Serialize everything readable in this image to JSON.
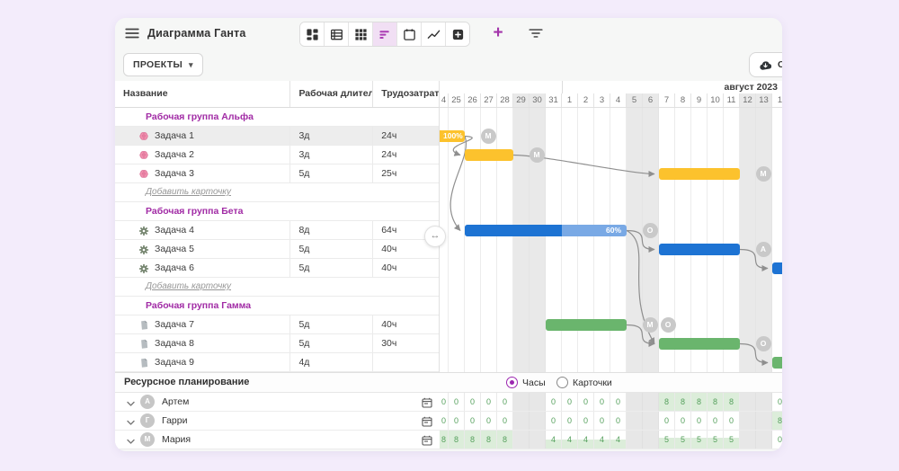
{
  "window": {
    "title": "Диаграмма Ганта"
  },
  "toolbar": {
    "views": [
      {
        "name": "kanban-view",
        "active": false
      },
      {
        "name": "list-view",
        "active": false
      },
      {
        "name": "table-view",
        "active": false
      },
      {
        "name": "gantt-view",
        "active": true
      },
      {
        "name": "calendar-view",
        "active": false
      },
      {
        "name": "trend-view",
        "active": false
      },
      {
        "name": "archive-view",
        "active": false
      }
    ],
    "add_label": "+"
  },
  "subheader": {
    "projects_label": "ПРОЕКТЫ",
    "download_label": "СК"
  },
  "table": {
    "columns": [
      "Название",
      "Рабочая длител...",
      "Трудозатраты"
    ],
    "add_card_label": "Добавить карточку",
    "rows": [
      {
        "type": "group",
        "label": "Рабочая группа Альфа"
      },
      {
        "type": "task",
        "icon": "brain",
        "label": "Задача 1",
        "duration": "3д",
        "effort": "24ч",
        "selected": true
      },
      {
        "type": "task",
        "icon": "brain",
        "label": "Задача 2",
        "duration": "3д",
        "effort": "24ч"
      },
      {
        "type": "task",
        "icon": "brain",
        "label": "Задача 3",
        "duration": "5д",
        "effort": "25ч"
      },
      {
        "type": "addcard"
      },
      {
        "type": "group",
        "label": "Рабочая группа Бета"
      },
      {
        "type": "task",
        "icon": "gear",
        "label": "Задача 4",
        "duration": "8д",
        "effort": "64ч"
      },
      {
        "type": "task",
        "icon": "gear",
        "label": "Задача 5",
        "duration": "5д",
        "effort": "40ч"
      },
      {
        "type": "task",
        "icon": "gear",
        "label": "Задача 6",
        "duration": "5д",
        "effort": "40ч"
      },
      {
        "type": "addcard"
      },
      {
        "type": "group",
        "label": "Рабочая группа Гамма"
      },
      {
        "type": "task",
        "icon": "file",
        "label": "Задача 7",
        "duration": "5д",
        "effort": "40ч"
      },
      {
        "type": "task",
        "icon": "file",
        "label": "Задача 8",
        "duration": "5д",
        "effort": "30ч"
      },
      {
        "type": "task",
        "icon": "file",
        "label": "Задача 9",
        "duration": "4д",
        "effort": ""
      }
    ]
  },
  "timeline": {
    "month_label": "август 2023",
    "month_start_index": 8,
    "days": [
      {
        "label": "4"
      },
      {
        "label": "25"
      },
      {
        "label": "26"
      },
      {
        "label": "27"
      },
      {
        "label": "28"
      },
      {
        "label": "29",
        "weekend": true
      },
      {
        "label": "30",
        "weekend": true
      },
      {
        "label": "31"
      },
      {
        "label": "1"
      },
      {
        "label": "2"
      },
      {
        "label": "3"
      },
      {
        "label": "4"
      },
      {
        "label": "5",
        "weekend": true
      },
      {
        "label": "6",
        "weekend": true
      },
      {
        "label": "7"
      },
      {
        "label": "8"
      },
      {
        "label": "9"
      },
      {
        "label": "10"
      },
      {
        "label": "11"
      },
      {
        "label": "12",
        "weekend": true
      },
      {
        "label": "13",
        "weekend": true
      },
      {
        "label": "1"
      }
    ]
  },
  "gantt": {
    "colors": {
      "yellow": "#fcc22d",
      "blue": "#1d73d3",
      "blue_light": "#79a9e5",
      "green": "#6ab56d",
      "connector": "#8f8f8f"
    },
    "bars": [
      {
        "task": "Задача 1",
        "row": 1,
        "start": 0,
        "span": 2,
        "color": "yellow",
        "label": "100%",
        "avatars": [
          "M"
        ]
      },
      {
        "task": "Задача 2",
        "row": 2,
        "start": 2,
        "span": 3,
        "color": "yellow",
        "avatars": [
          "M"
        ]
      },
      {
        "task": "Задача 3",
        "row": 3,
        "start": 14,
        "span": 5,
        "color": "yellow",
        "avatars": [
          "M"
        ]
      },
      {
        "task": "Задача 4",
        "row": 6,
        "start": 2,
        "span": 10,
        "color": "blue",
        "progress": 60,
        "progress_label": "60%",
        "avatars": [
          "O"
        ]
      },
      {
        "task": "Задача 5",
        "row": 7,
        "start": 14,
        "span": 5,
        "color": "blue",
        "avatars": [
          "A"
        ]
      },
      {
        "task": "Задача 6",
        "row": 8,
        "start": 21,
        "span": 2,
        "color": "blue",
        "avatars": []
      },
      {
        "task": "Задача 7",
        "row": 11,
        "start": 7,
        "span": 5,
        "color": "green",
        "avatars": [
          "M",
          "O"
        ]
      },
      {
        "task": "Задача 8",
        "row": 12,
        "start": 14,
        "span": 5,
        "color": "green",
        "avatars": [
          "O"
        ]
      },
      {
        "task": "Задача 9",
        "row": 13,
        "start": 21,
        "span": 2,
        "color": "green",
        "avatars": []
      }
    ],
    "connectors": [
      {
        "from": 0,
        "to": 1,
        "type": "loop"
      },
      {
        "from": 1,
        "to": 2,
        "type": "fwd"
      },
      {
        "from": 0,
        "to": 3,
        "type": "down"
      },
      {
        "from": 3,
        "to": 4,
        "type": "fwd"
      },
      {
        "from": 4,
        "to": 5,
        "type": "fwd"
      },
      {
        "from": 3,
        "to": 7,
        "type": "longdown"
      },
      {
        "from": 6,
        "to": 7,
        "type": "fwd"
      },
      {
        "from": 7,
        "to": 8,
        "type": "fwd"
      }
    ]
  },
  "resources": {
    "title": "Ресурсное планирование",
    "mode_hours": "Часы",
    "mode_cards": "Карточки",
    "selected_mode": "Часы",
    "rows": [
      {
        "initial": "А",
        "name": "Артем",
        "values": [
          0,
          0,
          0,
          0,
          0,
          null,
          null,
          0,
          0,
          0,
          0,
          0,
          null,
          null,
          8,
          8,
          8,
          8,
          8,
          null,
          null,
          0
        ]
      },
      {
        "initial": "Г",
        "name": "Гарри",
        "values": [
          0,
          0,
          0,
          0,
          0,
          null,
          null,
          0,
          0,
          0,
          0,
          0,
          null,
          null,
          0,
          0,
          0,
          0,
          0,
          null,
          null,
          8
        ]
      },
      {
        "initial": "М",
        "name": "Мария",
        "values": [
          8,
          8,
          8,
          8,
          8,
          null,
          null,
          4,
          4,
          4,
          4,
          4,
          null,
          null,
          5,
          5,
          5,
          5,
          5,
          null,
          null,
          0
        ]
      }
    ]
  }
}
